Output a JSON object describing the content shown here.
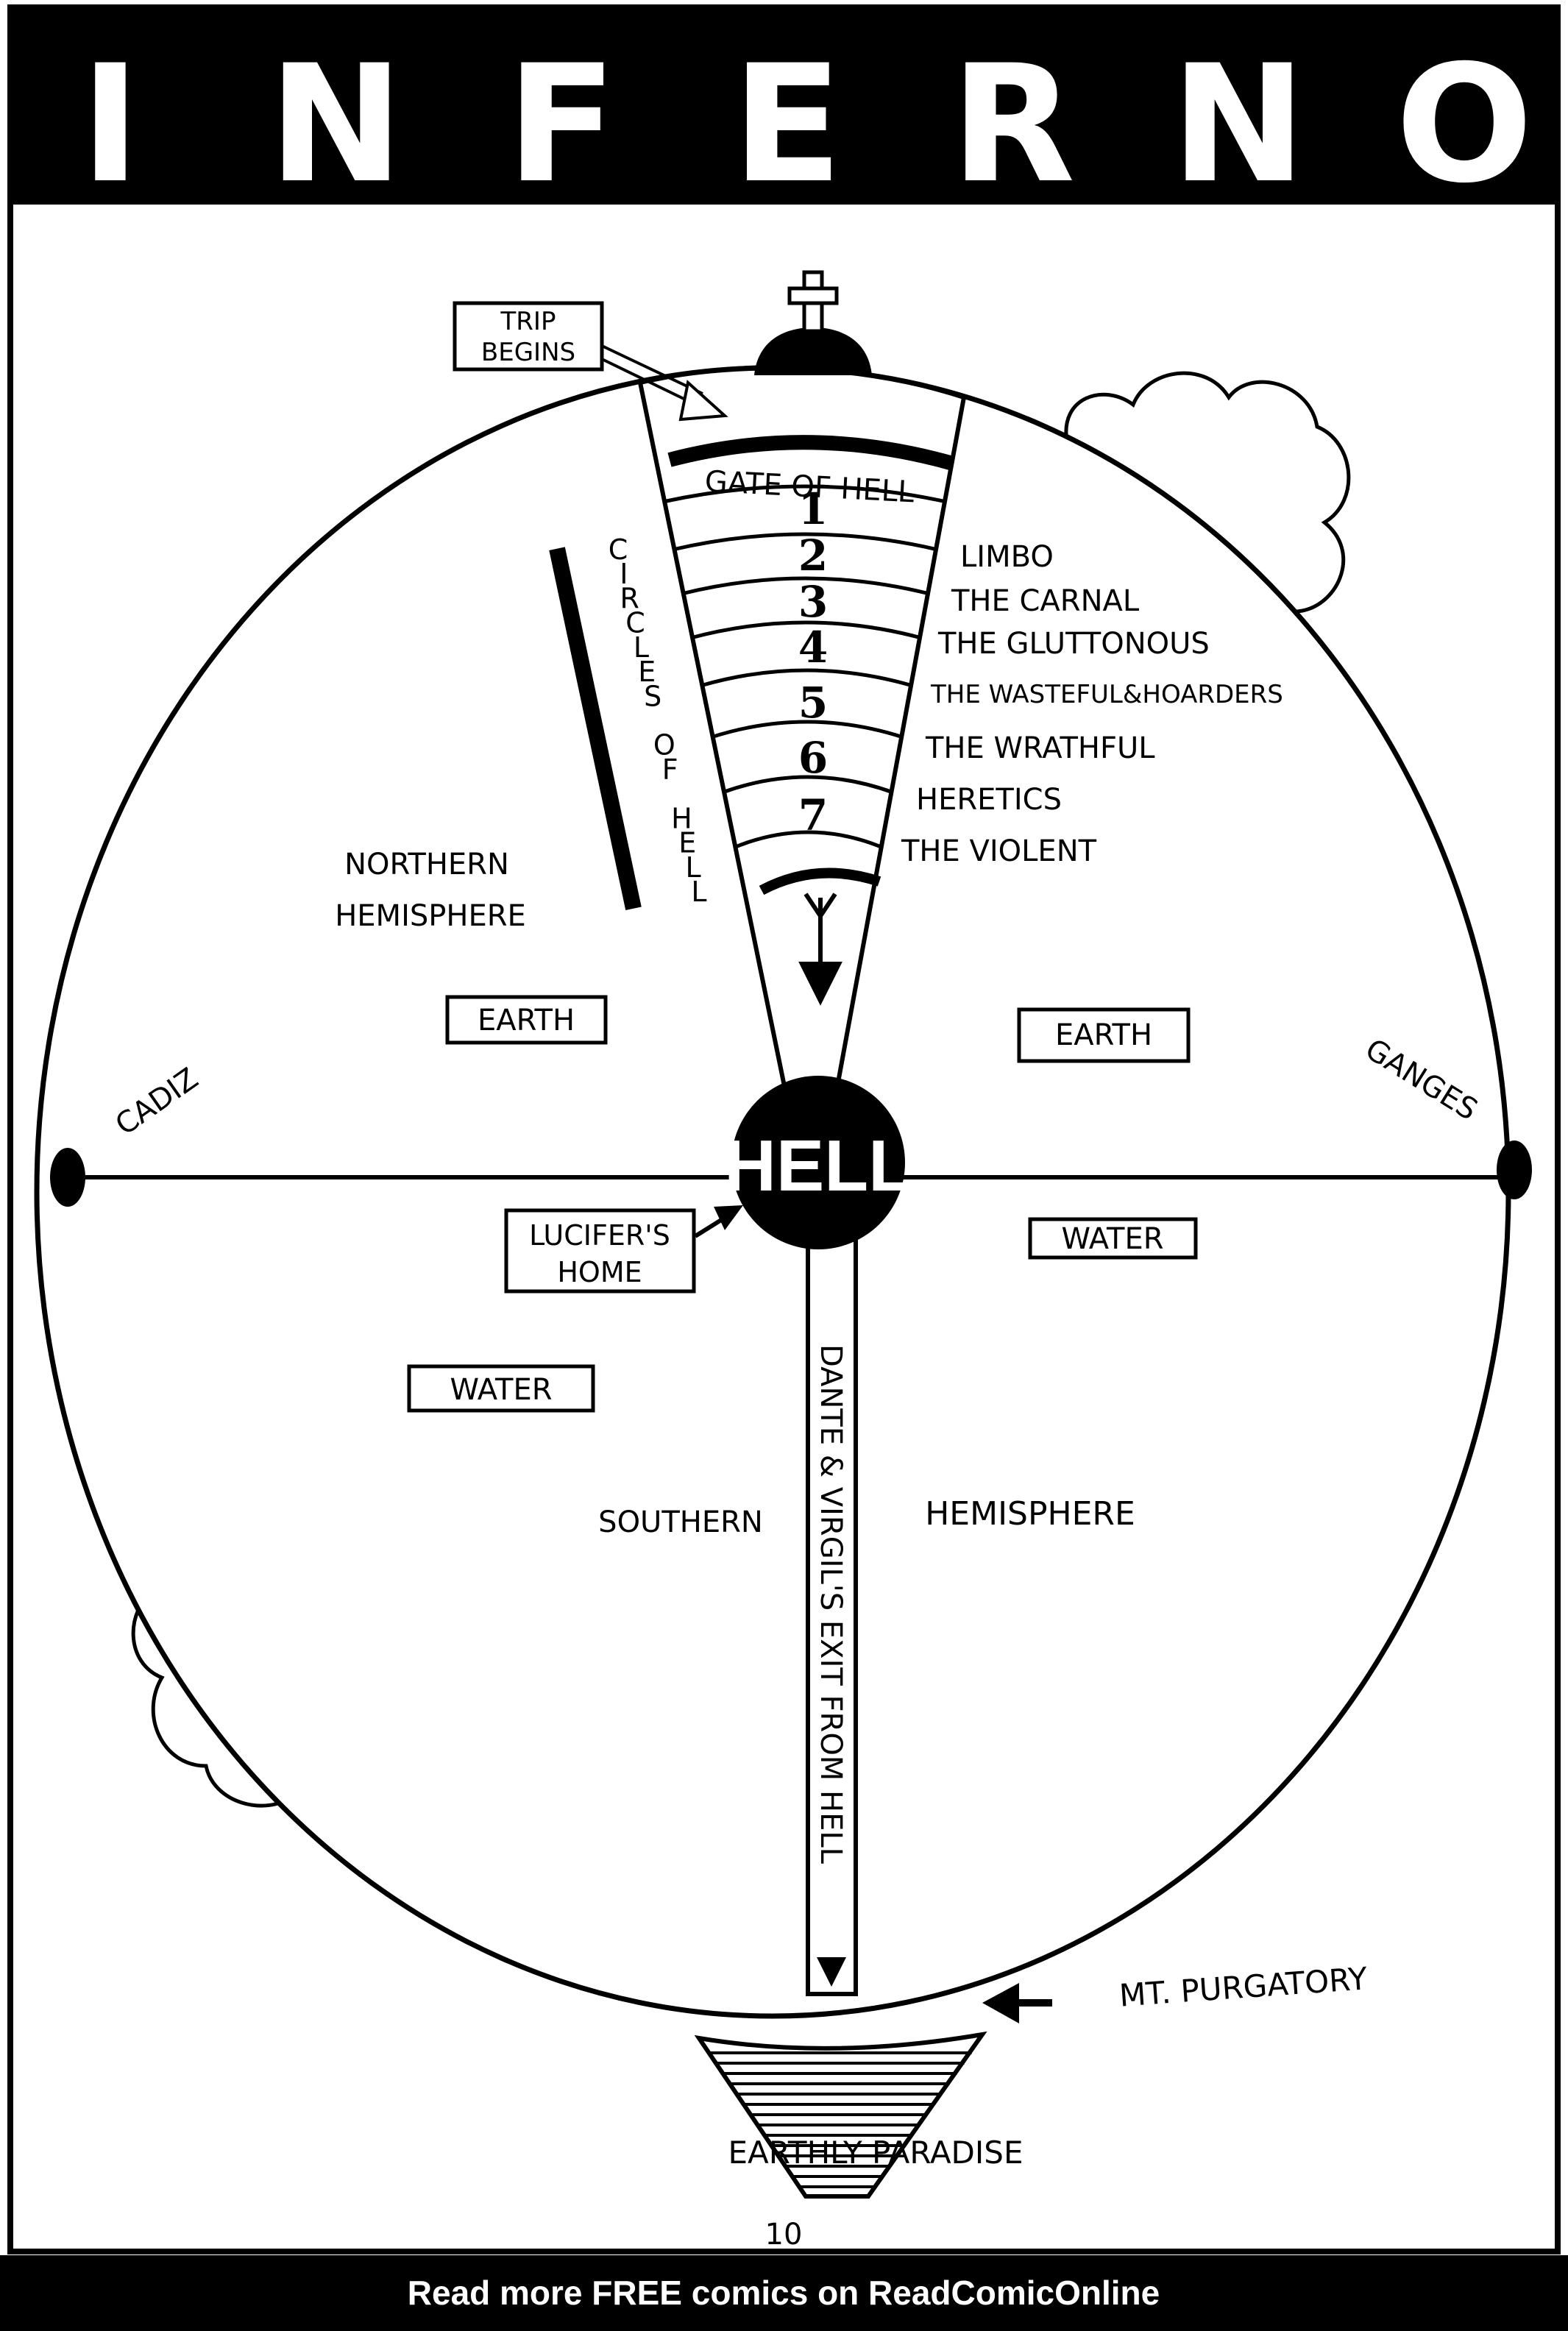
{
  "title": "INFERNO",
  "labels": {
    "trip_begins": [
      "TRIP",
      "BEGINS"
    ],
    "gate_of_hell": "GATE OF HELL",
    "circles_of_hell": "CIRCLES OF HELL",
    "northern_hemisphere": [
      "NORTHERN",
      "HEMISPHERE"
    ],
    "earth_left": "EARTH",
    "earth_right": "EARTH",
    "cadiz": "CADIZ",
    "ganges": "GANGES",
    "hell": "HELL",
    "lucifers_home": [
      "LUCIFER'S",
      "HOME"
    ],
    "water_right": "WATER",
    "water_left": "WATER",
    "southern": "SOUTHERN",
    "hemisphere": "HEMISPHERE",
    "exit_path": "DANTE & VIRGIL'S EXIT FROM HELL",
    "mt_purgatory": "MT. PURGATORY",
    "earthly_paradise": "EARTHLY PARADISE"
  },
  "circles": [
    {
      "number": "1",
      "name": "LIMBO"
    },
    {
      "number": "2",
      "name": "THE CARNAL"
    },
    {
      "number": "3",
      "name": "THE GLUTTONOUS"
    },
    {
      "number": "4",
      "name": "THE WASTEFUL&HOARDERS"
    },
    {
      "number": "5",
      "name": "THE WRATHFUL"
    },
    {
      "number": "6",
      "name": "HERETICS"
    },
    {
      "number": "7",
      "name": "THE VIOLENT"
    }
  ],
  "page_number": "10",
  "footer": "Read more FREE comics on ReadComicOnline",
  "colors": {
    "ink": "#000000",
    "paper": "#ffffff"
  }
}
